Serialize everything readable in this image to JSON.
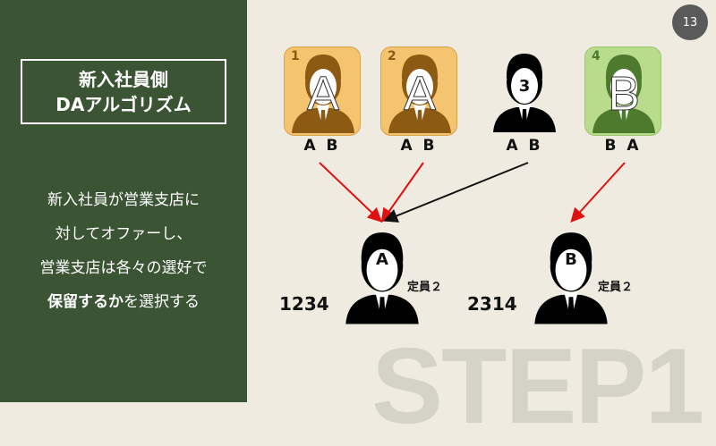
{
  "page_number": "13",
  "title": [
    "新入社員側",
    "DAアルゴリズム"
  ],
  "description": {
    "line1": "新入社員が営業支店に",
    "line2": "対してオファーし、",
    "line3": "営業支店は各々の選好で",
    "line4_bold": "保留するか",
    "line4_rest": "を選択する"
  },
  "watermark": "STEP1",
  "students": [
    {
      "number": "1",
      "assigned": "A",
      "preference": "A B",
      "color": "#f4c46e"
    },
    {
      "number": "2",
      "assigned": "A",
      "preference": "A B",
      "color": "#f4c46e"
    },
    {
      "number": "3",
      "assigned": "",
      "preference": "A B",
      "color": ""
    },
    {
      "number": "4",
      "assigned": "B",
      "preference": "B A",
      "color": "#b8dc8c"
    }
  ],
  "branches": [
    {
      "label": "A",
      "capacity": "定員２",
      "preference": "1234"
    },
    {
      "label": "B",
      "capacity": "定員２",
      "preference": "2314"
    }
  ]
}
